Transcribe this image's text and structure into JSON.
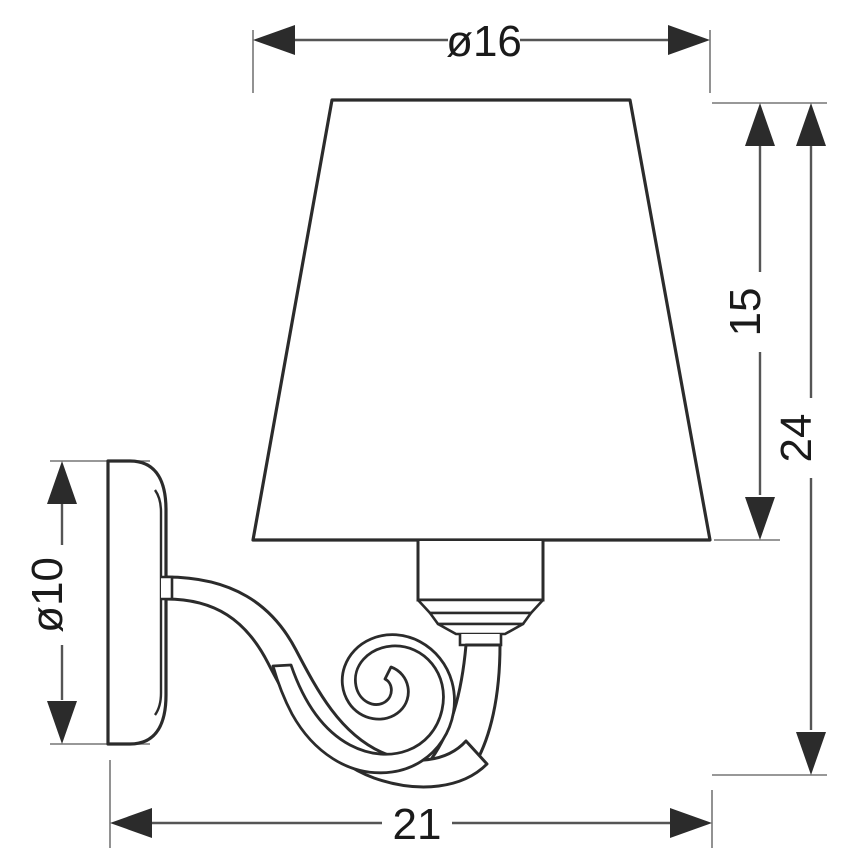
{
  "drawing": {
    "title": "Wall sconce technical dimension drawing",
    "units": "cm",
    "line_color": "#2b2b2b",
    "dimension_line_color": "#555555",
    "arrow_color": "#2b2b2b",
    "background": "#ffffff"
  },
  "dimensions": {
    "top": {
      "label": "ø16",
      "value": 16,
      "prefix": "ø",
      "orientation": "horizontal",
      "measures": "lampshade bottom diameter"
    },
    "left": {
      "label": "ø10",
      "value": 10,
      "prefix": "ø",
      "orientation": "vertical-rotated",
      "measures": "wall mounting plate diameter"
    },
    "right_inner": {
      "label": "15",
      "value": 15,
      "orientation": "vertical-rotated",
      "measures": "lampshade height"
    },
    "right_outer": {
      "label": "24",
      "value": 24,
      "orientation": "vertical-rotated",
      "measures": "overall fixture height"
    },
    "bottom": {
      "label": "21",
      "value": 21,
      "orientation": "horizontal",
      "measures": "overall fixture depth"
    }
  },
  "parts": {
    "lampshade": "tapered-conical-shade",
    "socket": "lamp-socket-housing",
    "stem": "socket-stem",
    "arm": "ornate-scroll-arm",
    "scroll": "decorative-spiral-scroll",
    "wall_plate": "rounded-wall-mount-plate"
  }
}
